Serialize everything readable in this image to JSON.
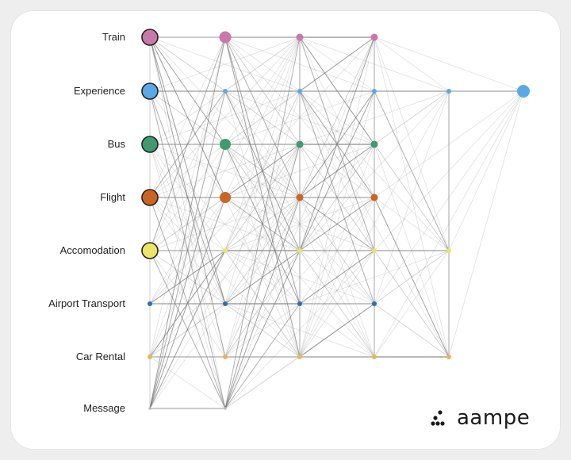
{
  "labels": [
    "Train",
    "Experience",
    "Bus",
    "Flight",
    "Accomodation",
    "Airport Transport",
    "Car Rental",
    "Message"
  ],
  "brand": {
    "name": "aampe",
    "logo_icon": "aampe-logo-icon"
  },
  "colors": {
    "Train": "#c879a9",
    "Experience": "#5aa9e6",
    "Bus": "#3f9a6f",
    "Flight": "#cc6426",
    "Accomodation": "#ece567",
    "Airport Transport": "#2f6fb0",
    "Car Rental": "#e6b85a",
    "Message": "#bbbbbb"
  }
}
